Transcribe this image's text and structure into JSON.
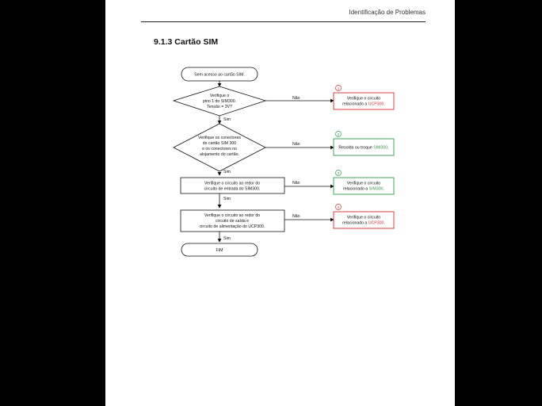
{
  "header": {
    "running_title": "Identificação de Problemas"
  },
  "section": {
    "title": "9.1.3 Cartão SIM"
  },
  "flow": {
    "start": "Sem acesso ao cartão SIM.",
    "decision1": [
      "Verifique o",
      "pino 1 do SIM300.",
      "Tensão = 3V?"
    ],
    "decision2": [
      "Verifique os conectores",
      "do cartão SIM 300",
      "e os conectores no",
      "alojamento do cartão."
    ],
    "process1": [
      "Verifique o circuito ao redor do",
      "circuito de entrada do SIM300."
    ],
    "process2": [
      "Verifique o circuito ao redor do",
      "circuito de saída e",
      "circuito de alimentação do UCP300."
    ],
    "end": "FIM",
    "yes_label": "Sim",
    "no_label": "Não",
    "results": [
      {
        "number": "1",
        "color": "#d32f2f",
        "line1": "Verifique o circuito",
        "line2_prefix": "relacionado a ",
        "line2_accent": "UCP300",
        "line2_suffix": "."
      },
      {
        "number": "2",
        "color": "#2e9e4a",
        "line1_prefix": "Resolda ou troque ",
        "line1_accent": "SIM300",
        "line1_suffix": "."
      },
      {
        "number": "3",
        "color": "#2e9e4a",
        "line1": "Verifique o circuito",
        "line2_prefix": "relacionado a ",
        "line2_accent": "SIM300",
        "line2_suffix": "."
      },
      {
        "number": "4",
        "color": "#d32f2f",
        "line1": "Verifique o circuito",
        "line2_prefix": "relacionado a ",
        "line2_accent": "UCP300",
        "line2_suffix": "."
      }
    ]
  }
}
